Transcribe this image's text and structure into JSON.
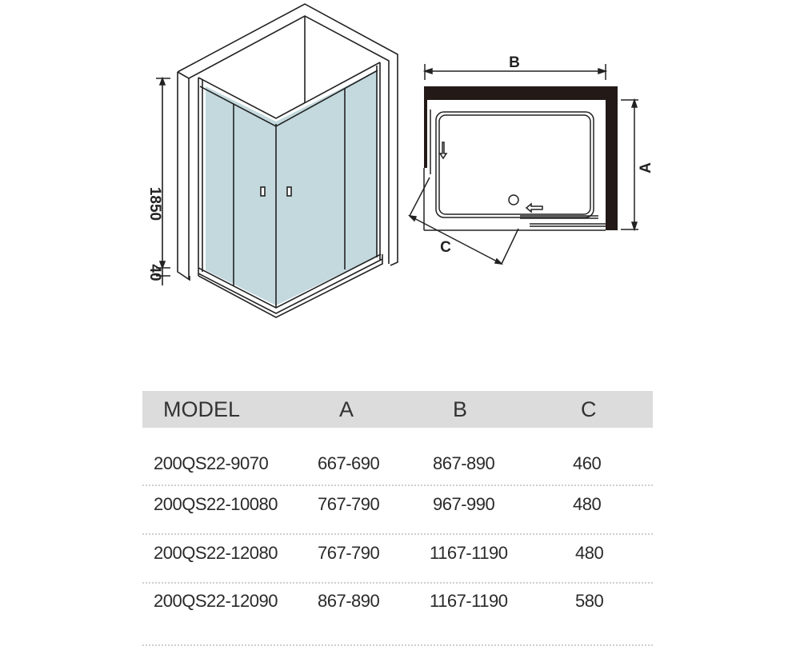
{
  "diagram": {
    "height_label": "1850",
    "base_label": "40",
    "dim_a": "A",
    "dim_b": "B",
    "dim_c": "C",
    "glass_color": "#c3d9de",
    "wall_color": "#231a18"
  },
  "table": {
    "headers": [
      "MODEL",
      "A",
      "B",
      "C"
    ],
    "rows": [
      [
        "200QS22-9070",
        "667-690",
        "867-890",
        "460"
      ],
      [
        "200QS22-10080",
        "767-790",
        "967-990",
        "480"
      ],
      [
        "200QS22-12080",
        "767-790",
        "1167-1190",
        "480"
      ],
      [
        "200QS22-12090",
        "867-890",
        "1167-1190",
        "580"
      ]
    ]
  }
}
